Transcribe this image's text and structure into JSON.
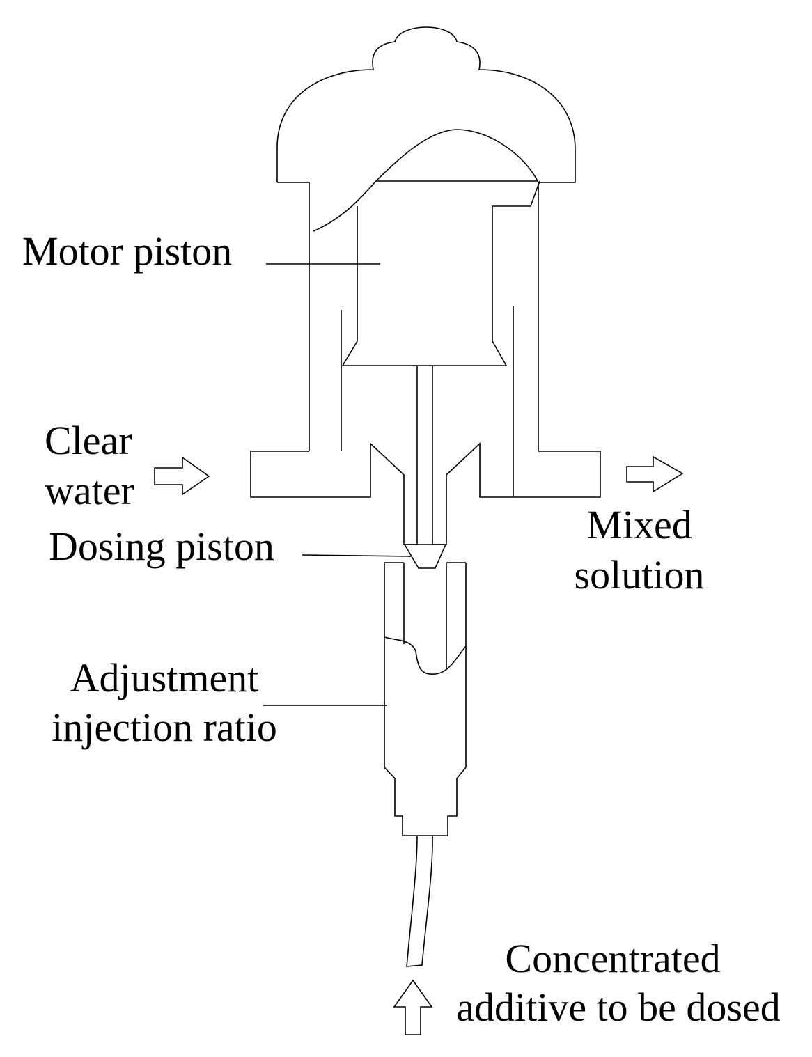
{
  "labels": {
    "motor_piston": "Motor piston",
    "clear_water_line1": "Clear",
    "clear_water_line2": "water",
    "dosing_piston": "Dosing piston",
    "mixed_solution_line1": "Mixed",
    "mixed_solution_line2": "solution",
    "adjustment_line1": "Adjustment",
    "adjustment_line2": "injection ratio",
    "concentrated_line1": "Concentrated",
    "concentrated_line2": "additive to be dosed"
  },
  "colors": {
    "line": "#000000",
    "background": "#ffffff"
  }
}
